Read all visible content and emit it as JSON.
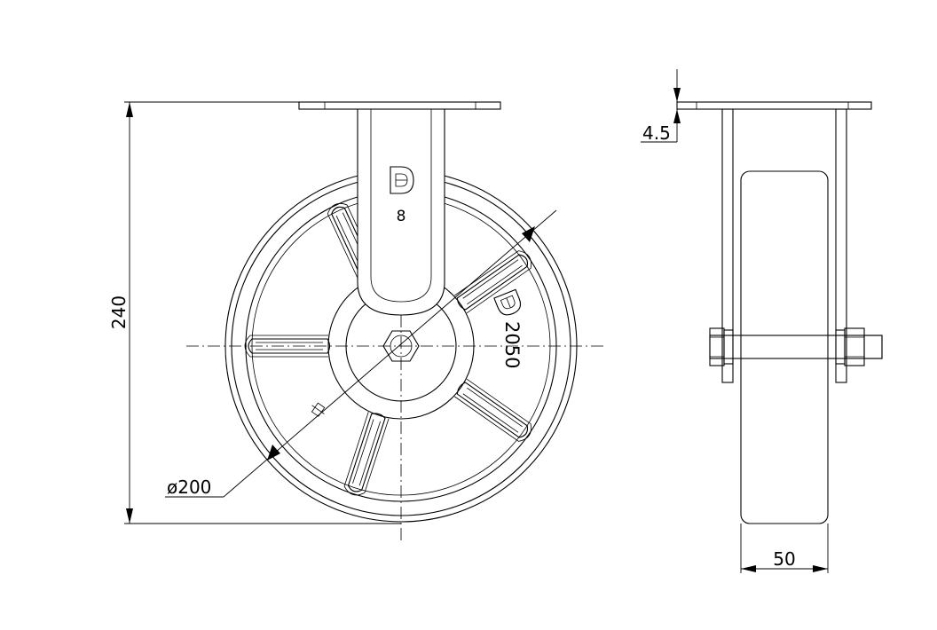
{
  "dimensions": {
    "height": "240",
    "diameter": "ø200",
    "plate_thickness": "4.5",
    "wheel_width": "50"
  },
  "markings": {
    "fork_number": "8",
    "wheel_code": "2050"
  },
  "icons": {
    "logo": "brand-logo-d"
  },
  "colors": {
    "line": "#000000",
    "background": "#ffffff"
  }
}
